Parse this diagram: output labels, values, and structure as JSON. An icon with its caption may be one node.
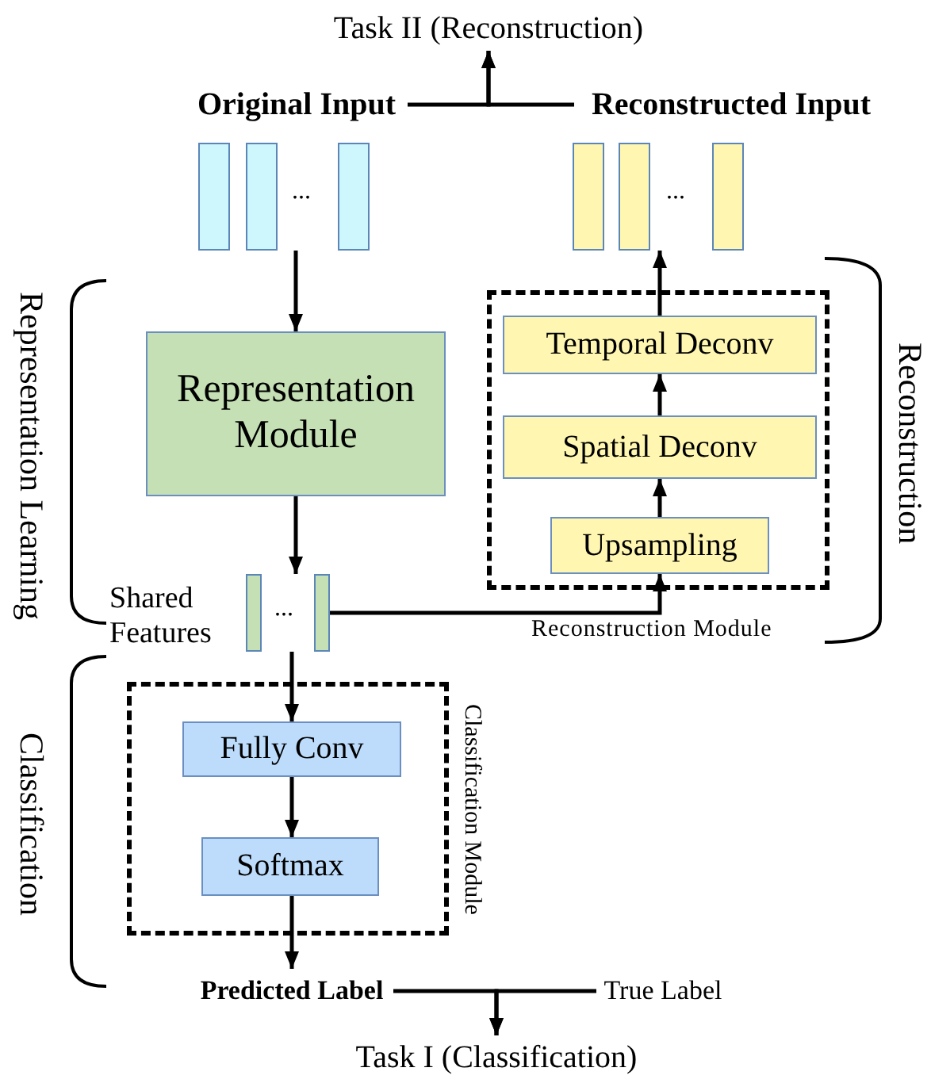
{
  "diagram": {
    "nodes": [
      {
        "text": [
          "Task II (Reconstruction)"
        ]
      },
      {
        "text": [
          "Original Input"
        ]
      },
      {
        "text": [
          "Reconstructed Input"
        ]
      },
      {
        "text": [
          "..."
        ]
      },
      {
        "text": [
          "..."
        ]
      },
      {
        "text": [
          "Representation Module"
        ]
      },
      {
        "text": [
          "Reconstruction Module"
        ]
      },
      {
        "text": [
          "Temporal Deconv"
        ],
        "in": 6
      },
      {
        "text": [
          "Spatial Deconv"
        ],
        "in": 6
      },
      {
        "text": [
          "Upsampling"
        ],
        "in": 6
      },
      {
        "text": [
          "..."
        ],
        "beside": [
          "Shared Features"
        ]
      },
      {
        "text": [
          "Classification Module"
        ]
      },
      {
        "text": [
          "Fully Conv"
        ],
        "in": 11
      },
      {
        "text": [
          "Softmax"
        ],
        "in": 11
      },
      {
        "text": [
          "Predicted Label"
        ]
      },
      {
        "text": [
          "True Label"
        ]
      },
      {
        "text": [
          "Task I (Classification)"
        ]
      }
    ],
    "edges": [
      {
        "from": 1,
        "to": 0,
        "arrow": "to"
      },
      {
        "from": 2,
        "to": 0,
        "arrow": "to"
      },
      {
        "from": 3,
        "to": 5,
        "arrow": "to"
      },
      {
        "from": 7,
        "to": 4,
        "arrow": "to"
      },
      {
        "from": 8,
        "to": 7,
        "arrow": "to"
      },
      {
        "from": 9,
        "to": 8,
        "arrow": "to"
      },
      {
        "from": 10,
        "to": 9,
        "arrow": "to"
      },
      {
        "from": 5,
        "to": 10,
        "arrow": "to"
      },
      {
        "from": 10,
        "to": 12,
        "arrow": "to"
      },
      {
        "from": 12,
        "to": 13,
        "arrow": "to"
      },
      {
        "from": 13,
        "to": 14,
        "arrow": "to"
      },
      {
        "from": 14,
        "to": 16,
        "arrow": "to"
      },
      {
        "from": 15,
        "to": 16,
        "arrow": "to"
      }
    ],
    "labels": [
      "Representation Learning",
      "Reconstruction",
      "Classification"
    ]
  }
}
